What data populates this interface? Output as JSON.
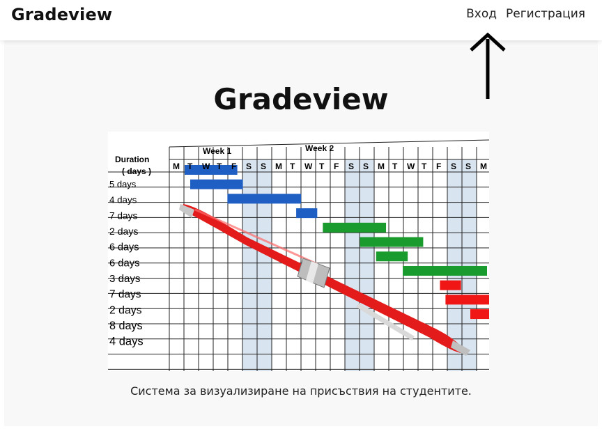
{
  "navbar": {
    "brand": "Gradeview",
    "links": [
      {
        "label": "Вход"
      },
      {
        "label": "Регистрация"
      }
    ]
  },
  "hero": {
    "title": "Gradeview",
    "caption": "Система за визуализиране на присъствия на студентите."
  },
  "image": {
    "header_label": "Duration",
    "header_sub": "( days )",
    "weeks": [
      "Week 1",
      "Week 2"
    ],
    "day_letters": [
      "M",
      "T",
      "W",
      "T",
      "F",
      "S",
      "S",
      "M",
      "T",
      "W",
      "T",
      "F",
      "S",
      "S",
      "M",
      "T",
      "W",
      "T",
      "F",
      "S",
      "S",
      "M"
    ],
    "rows": [
      "5 days",
      "4 days",
      "7 days",
      "2 days",
      "6 days",
      "6 days",
      "3 days",
      "7 days",
      "2 days",
      "8 days",
      "4 days"
    ],
    "colors": {
      "blue": "#1f5fc4",
      "green": "#1a9b2e",
      "red": "#f01616",
      "pen": "#e31b1b",
      "weekend": "#d8e4ef"
    }
  }
}
